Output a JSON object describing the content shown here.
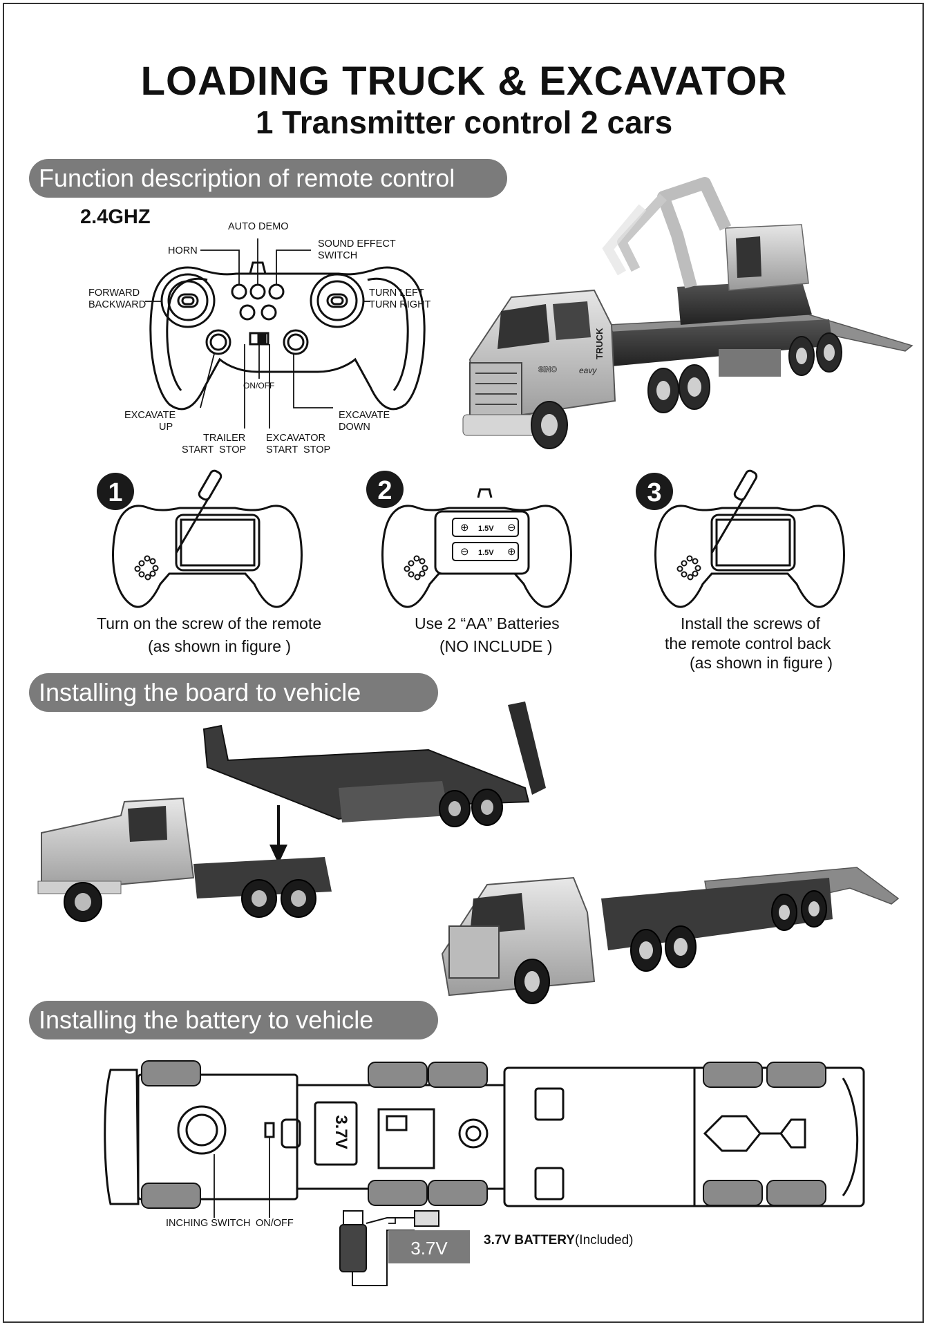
{
  "header": {
    "title": "LOADING TRUCK & EXCAVATOR",
    "subtitle": "1 Transmitter control 2 cars"
  },
  "sections": {
    "remote": "Function description of remote control",
    "board": "Installing the board to vehicle",
    "battery": "Installing the battery to vehicle"
  },
  "remote": {
    "frequency": "2.4GHZ",
    "labels": {
      "auto_demo": "AUTO DEMO",
      "horn": "HORN",
      "sound_effect": "SOUND EFFECT",
      "switch": "SWITCH",
      "forward": "FORWARD",
      "backward": "BACKWARD",
      "turn_left": "TURN LEFT",
      "turn_right": "TURN RIGHT",
      "on_off": "ON/OFF",
      "excavate_up_1": "EXCAVATE",
      "excavate_up_2": "UP",
      "excavate_down_1": "EXCAVATE",
      "excavate_down_2": "DOWN",
      "trailer_1": "TRAILER",
      "trailer_2": "START  STOP",
      "excavator_1": "EXCAVATOR",
      "excavator_2": "START  STOP"
    }
  },
  "steps": [
    {
      "number": "1",
      "line1": "Turn on the screw of the remote",
      "line2": "(as shown in figure )",
      "line3": ""
    },
    {
      "number": "2",
      "line1": "Use 2 “AA” Batteries",
      "line2": "(NO INCLUDE )",
      "line3": ""
    },
    {
      "number": "3",
      "line1": "Install the screws of",
      "line2": "the remote control back",
      "line3": "(as shown in figure )"
    }
  ],
  "battery_cells": {
    "cell1": "1.5V",
    "cell2": "1.5V"
  },
  "vehicle_labels": {
    "sino": "SINO",
    "truck": "TRUCK",
    "brand": "eavy"
  },
  "chassis": {
    "inching_switch": "INCHING SWITCH",
    "on_off": "ON/OFF",
    "pack_label": "3.7V",
    "battery_label": "3.7V",
    "battery_text_bold": "3.7V BATTERY",
    "battery_text_rest": "(Included)"
  }
}
